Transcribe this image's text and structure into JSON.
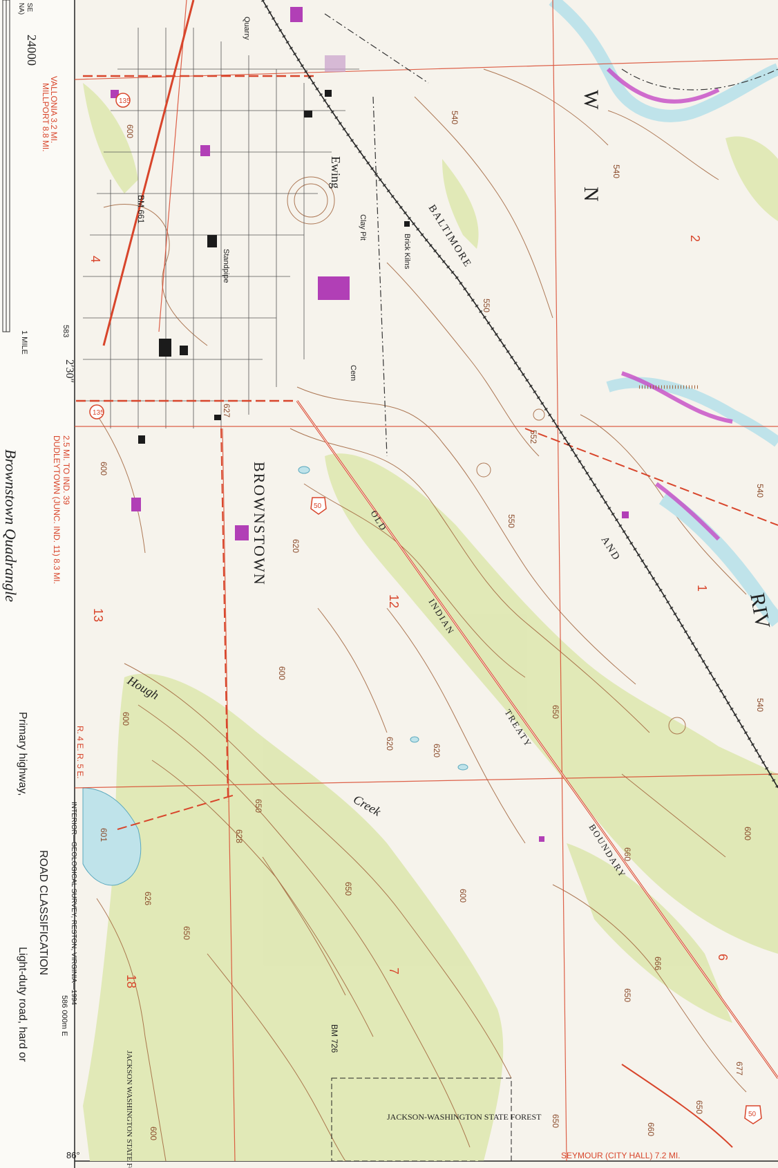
{
  "map": {
    "towns": {
      "brownstown": "BROWNSTOWN",
      "ewing": "Ewing"
    },
    "features": {
      "quarry": "Quarry",
      "clay_pit": "Clay Pit",
      "brick_kilns": "Brick Kilns",
      "standpipe": "Standpipe",
      "cemetery": "Cem",
      "hough_creek_1": "Hough",
      "hough_creek_2": "Creek",
      "forest_1": "JACKSON-WASHINGTON STATE FOREST",
      "forest_2": "JACKSON WASHINGTON STATE FOREST"
    },
    "railroad": [
      "BALTIMORE",
      "AND"
    ],
    "river_fragments": [
      "W",
      "N",
      "RIV"
    ],
    "boundary_words": [
      "OLD",
      "INDIAN",
      "TREATY",
      "BOUNDARY"
    ],
    "directions": {
      "vallonia": "VALLONIA 3.2 MI.",
      "millport": "MILLPORT 8.8 MI.",
      "ind39": "2.5 MI. TO IND. 39",
      "dudleytown": "DUDLEYTOWN (JUNC. IND. 11) 8.3 MI.",
      "seymour": "SEYMOUR (CITY HALL) 7.2 MI."
    },
    "elevations": [
      "540",
      "540",
      "550",
      "552",
      "550",
      "540",
      "540",
      "600",
      "600",
      "600",
      "620",
      "650",
      "620",
      "600",
      "650",
      "660",
      "600",
      "650",
      "666",
      "650",
      "677",
      "660",
      "650",
      "626",
      "601",
      "650",
      "600",
      "650",
      "627",
      "620",
      "628",
      "600"
    ],
    "bench_marks": [
      "BM 661",
      "BM 726"
    ],
    "section_numbers": [
      "2",
      "1",
      "6",
      "7",
      "12",
      "13",
      "18",
      "4"
    ],
    "routes": [
      "135",
      "135",
      "50",
      "50"
    ],
    "range": "R. 4 E.   R. 5 E.",
    "publisher": "INTERIOR—GEOLOGICAL SURVEY, RESTON, VIRGINIA—1994",
    "grid_tick": "586 000m E",
    "margin": {
      "scale_frag": "24000",
      "scale_small_1": "NA)",
      "scale_small_2": "SE",
      "mile_label": "1 MILE",
      "lat_label": "2′30″",
      "lat_small": "583",
      "bottom_tick": "86°",
      "annotation": "Brownstown Quadrangle"
    },
    "legend": {
      "title": "ROAD CLASSIFICATION",
      "primary": "Primary highway,",
      "light_duty": "Light-duty road, hard or"
    },
    "colors": {
      "paper": "#f6f3ec",
      "woodland": "#dfe8b4",
      "contour": "#a0623a",
      "water": "#bfe3ea",
      "road_red": "#d8452b",
      "purple": "#b13fb6",
      "black": "#1b1b1b"
    }
  }
}
